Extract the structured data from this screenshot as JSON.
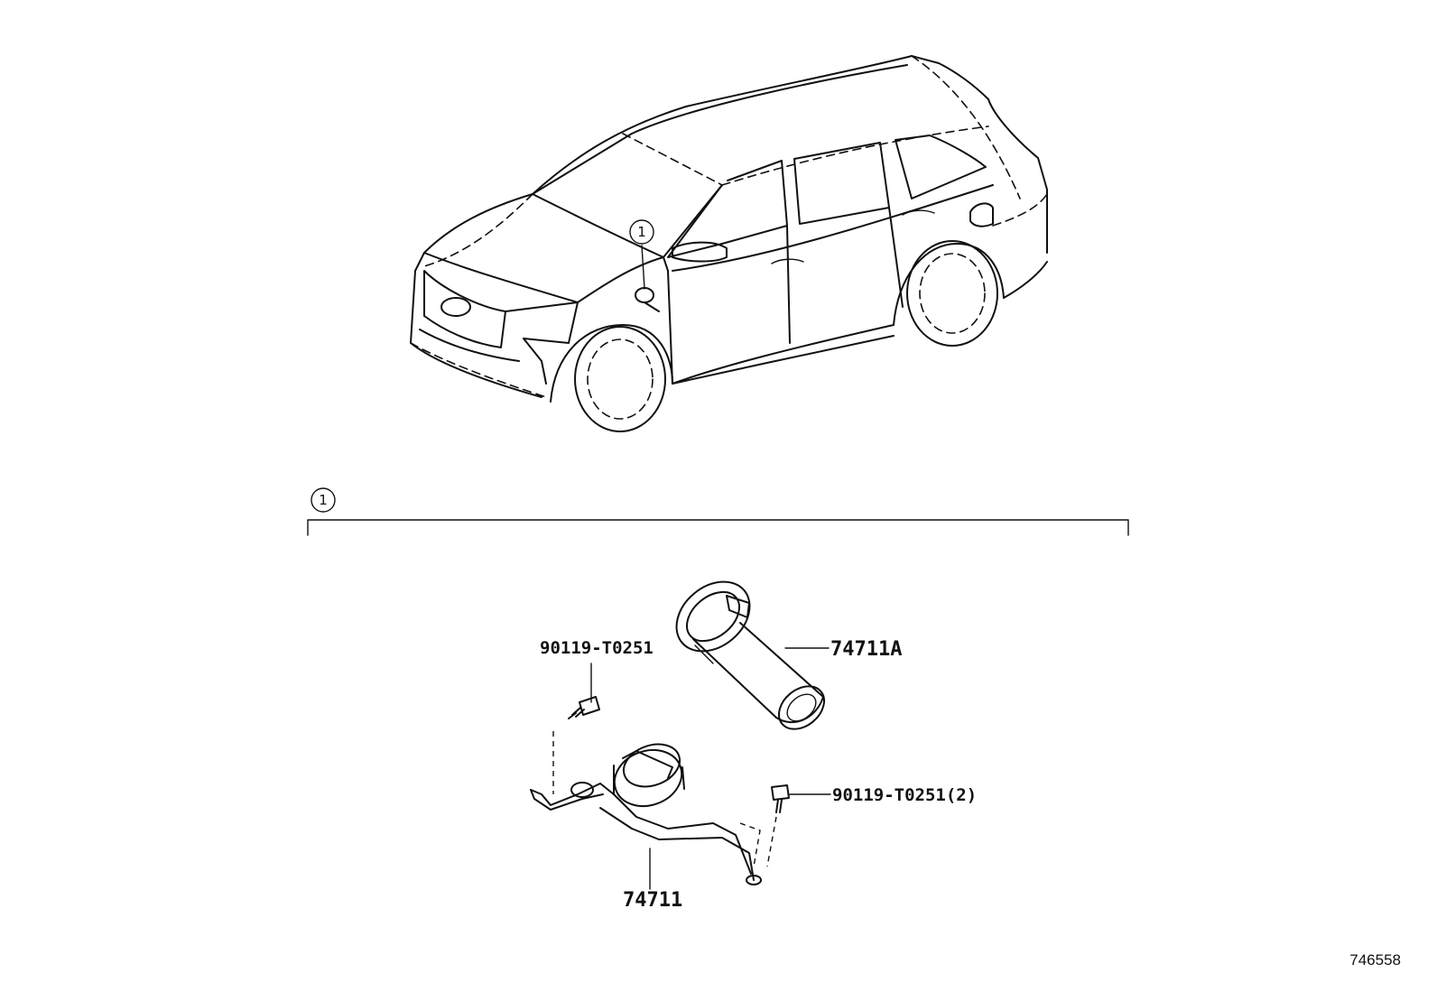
{
  "callouts": {
    "vehicle_callout": "1",
    "group_callout": "1"
  },
  "parts": {
    "canister": "74711A",
    "bracket": "74711",
    "bolt_single": "90119-T0251",
    "bolt_double": "90119-T0251(2)"
  },
  "reference_number": "746558"
}
